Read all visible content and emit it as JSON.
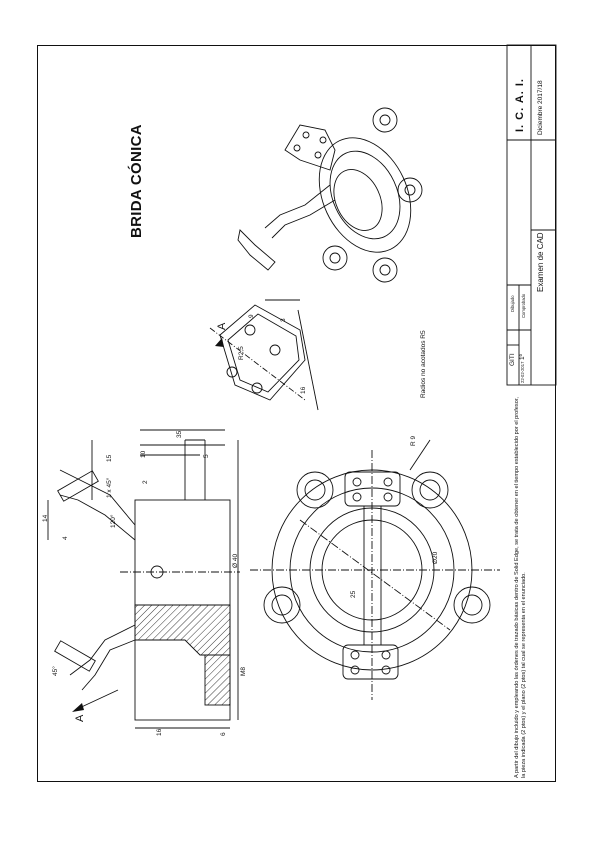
{
  "title": "BRIDA CÓNICA",
  "view_label_a": "A",
  "arrow_label_a": "A",
  "radios_note": "Radios no acotados R5",
  "instructions": "A partir del dibujo incluido y empleando las órdenes de trazado básicas dentro de Solid Edge, se trata de obtener en el tiempo establecido por el profesor, la pieza indicada (2 ptos) y el plano (2 ptos) tal cual se representa en el enunciado.",
  "title_block": {
    "course": "GITI",
    "year": "1º",
    "drawn_label": "Dibujado",
    "checked_label": "Comprobado",
    "date_small": "22-02-2017",
    "exam": "Examen de CAD",
    "school": "I. C. A. I.",
    "date": "Diciembre 2017/18"
  },
  "dimensions": {
    "d14": "14",
    "d4": "4",
    "d15": "15",
    "d10": "10",
    "d5": "5",
    "d35": "35",
    "d40": "Ø 40",
    "d1x45": "1 x 45°",
    "d120": "120°",
    "d45": "45°",
    "dM8": "M8",
    "d2": "2",
    "d16": "16",
    "d6": "6",
    "dR9": "R 9",
    "dR2_5": "R2,5",
    "d9": "9",
    "d16b": "16",
    "dcirc": "Ø20",
    "d25": "25",
    "d3": "3"
  }
}
